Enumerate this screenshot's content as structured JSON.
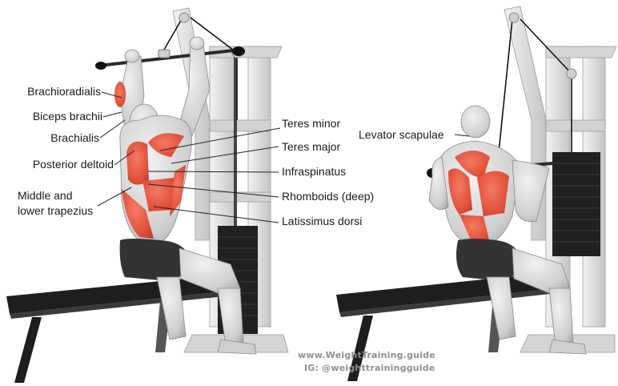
{
  "labels_left": {
    "brachioradialis": "Brachioradialis",
    "biceps_brachii": "Biceps brachii",
    "brachialis": "Brachialis",
    "posterior_deltoid": "Posterior deltoid",
    "middle_lower_trapezius": [
      "Middle and",
      "lower trapezius"
    ]
  },
  "labels_right": {
    "teres_minor": "Teres minor",
    "teres_major": "Teres major",
    "infraspinatus": "Infraspinatus",
    "rhomboids": "Rhomboids (deep)",
    "latissimus": "Latissimus dorsi"
  },
  "labels_second_figure": {
    "levator_scapulae": "Levator scapulae"
  },
  "watermark": {
    "website": "www.WeightTraining.guide",
    "instagram": "IG: @weighttrainingguide"
  },
  "colors": {
    "target_muscle": "#e8553f",
    "machine": "#e4e4e4",
    "bench": "#1e1e1e",
    "skin": "#d9d9d9",
    "shorts": "#333333",
    "leader_line": "#222222"
  }
}
